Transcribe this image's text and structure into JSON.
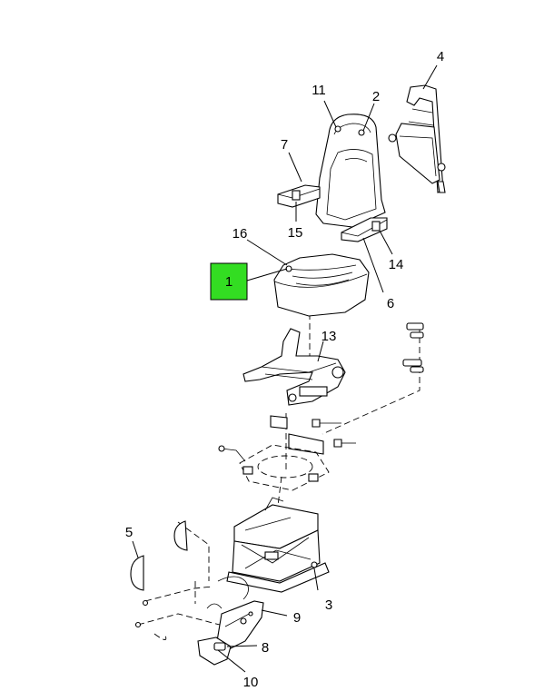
{
  "callouts": {
    "c1": "1",
    "c2": "2",
    "c3": "3",
    "c4": "4",
    "c5": "5",
    "c6": "6",
    "c7": "7",
    "c8": "8",
    "c9": "9",
    "c10": "10",
    "c11": "11",
    "c13": "13",
    "c14": "14",
    "c15": "15",
    "c16": "16"
  },
  "highlight_color": "#33dd22",
  "highlighted_callout": "1"
}
